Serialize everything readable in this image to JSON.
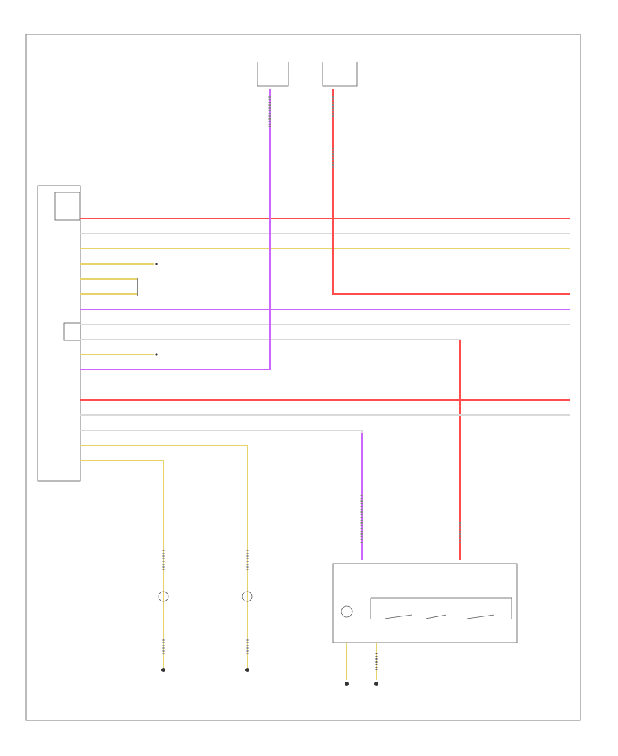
{
  "footer": {
    "code": ""
  },
  "colors": {
    "red": "#ff4d4d",
    "white": "#d9d9d9",
    "yellow": "#e6d36b",
    "violet": "#cc66ff",
    "ground": "#333333",
    "frame": "#777777"
  },
  "wires": [
    {
      "name": "red-top",
      "color": "red"
    },
    {
      "name": "white-1",
      "color": "white"
    },
    {
      "name": "yellow-1",
      "color": "yellow"
    },
    {
      "name": "yellow-short-1",
      "color": "yellow"
    },
    {
      "name": "yellow-short-2",
      "color": "yellow"
    },
    {
      "name": "yellow-short-3",
      "color": "yellow"
    },
    {
      "name": "violet-1",
      "color": "violet"
    },
    {
      "name": "white-2",
      "color": "white"
    },
    {
      "name": "white-3",
      "color": "white"
    },
    {
      "name": "yellow-short-4",
      "color": "yellow"
    },
    {
      "name": "violet-2",
      "color": "violet"
    },
    {
      "name": "red-2",
      "color": "red"
    },
    {
      "name": "white-4",
      "color": "white"
    },
    {
      "name": "white-violet",
      "color": "white"
    },
    {
      "name": "yellow-2",
      "color": "yellow"
    },
    {
      "name": "yellow-3",
      "color": "yellow"
    }
  ],
  "grounds": [
    {
      "name": "ground-1"
    },
    {
      "name": "ground-2"
    },
    {
      "name": "ground-3"
    },
    {
      "name": "ground-4"
    }
  ]
}
